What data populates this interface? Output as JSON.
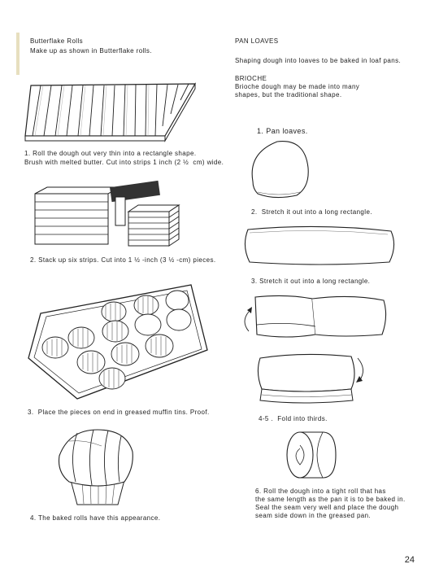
{
  "left": {
    "header_title": "Butterflake Rolls",
    "header_sub": "Make up as shown in Butterflake rolls.",
    "step1": "1. Roll the dough out very thin into a rectangle shape.",
    "step1b": "Brush with melted butter. Cut into strips 1 inch (2 ½  cm) wide.",
    "step2": "2. Stack up six strips. Cut into 1 ½ -inch (3 ½ -cm) pieces.",
    "step3": "3.  Place the pieces on end in greased muffin tins. Proof.",
    "step4": "4. The baked rolls have this appearance."
  },
  "right": {
    "title": "PAN LOAVES",
    "sub": "Shaping dough into loaves to be baked in loaf pans.",
    "brioche_title": "BRIOCHE",
    "brioche_1": "Brioche dough may be made into many",
    "brioche_2": "shapes, but the traditional shape.",
    "cap1": "1. Pan loaves.",
    "cap2": "2.  Stretch it out into a long rectangle.",
    "cap3": "3. Stretch it out into a long rectangle.",
    "cap45": "4-5 .  Fold into thirds.",
    "cap6a": "6. Roll the dough into a tight roll that has",
    "cap6b": "the same length as the pan it is to be baked in.",
    "cap6c": "Seal the seam very well and place the dough",
    "cap6d": "seam side down in the greased pan."
  },
  "page_number": "24"
}
